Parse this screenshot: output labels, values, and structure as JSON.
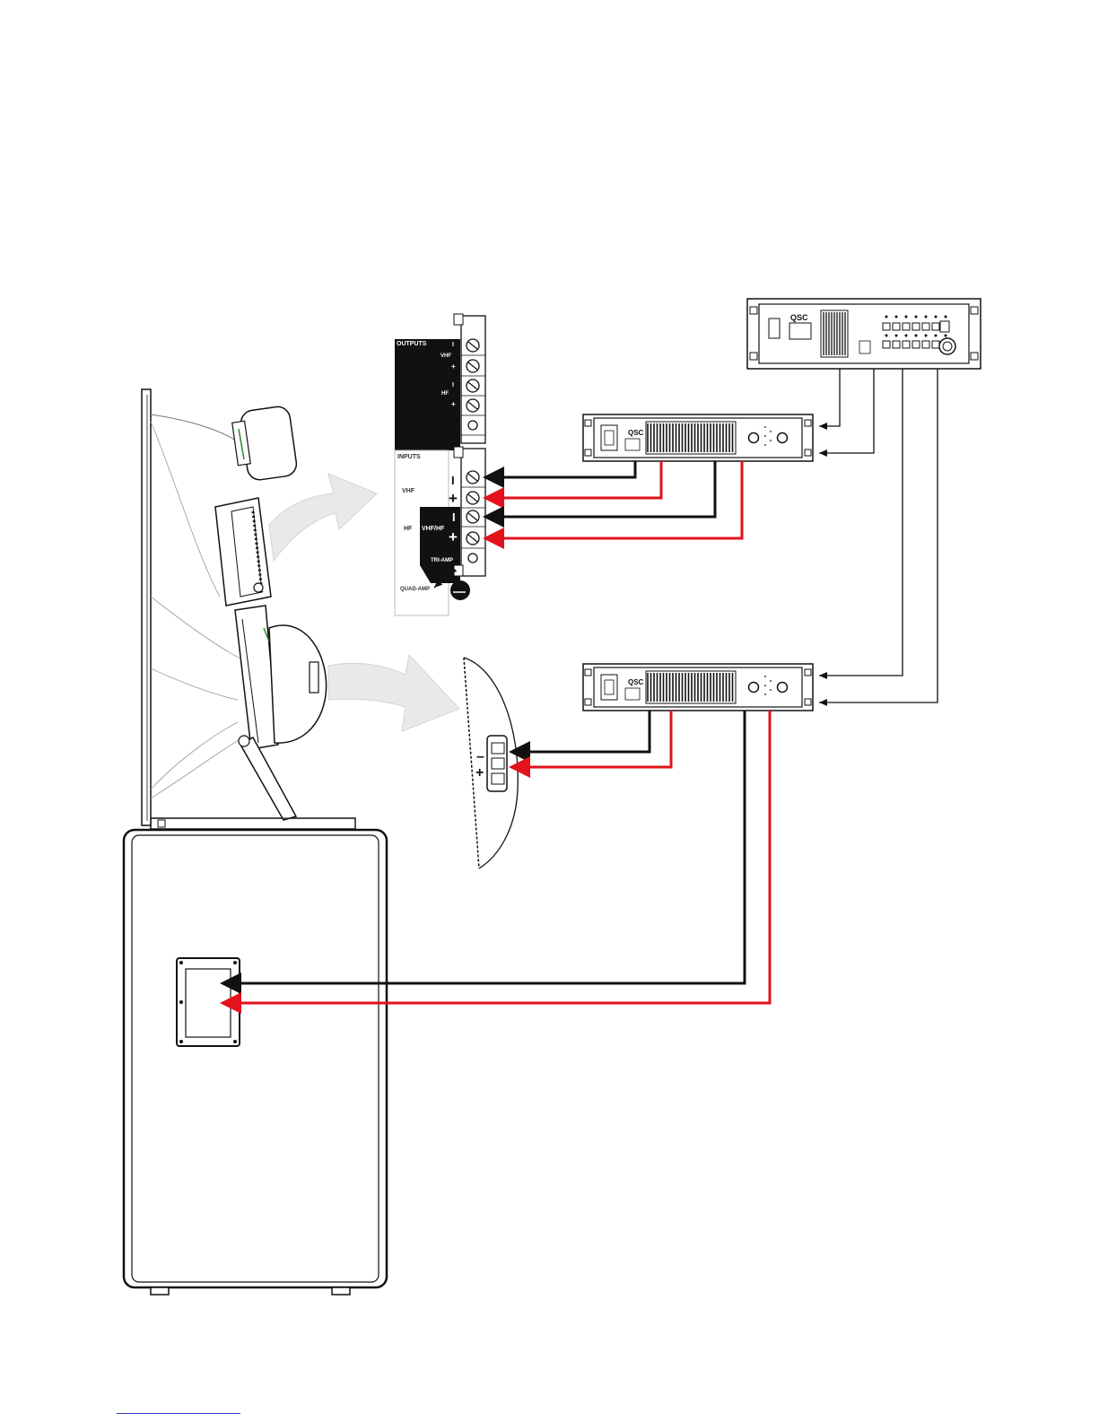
{
  "panel": {
    "outputs_label": "OUTPUTS",
    "out_vhf_label": "VHF",
    "out_hf_label": "HF",
    "inputs_label": "INPUTS",
    "in_vhf_label": "VHF",
    "in_hf_label": "HF",
    "vhf_hf_label": "VHF/HF",
    "tri_amp_label": "TRI-AMP",
    "quad_amp_label": "QUAD-AMP",
    "minus_sign": "I",
    "plus_sign": "+",
    "small_minus": "I",
    "small_plus": "+"
  },
  "amps": {
    "brand": "QSC"
  },
  "horn_terminal": {
    "minus": "–",
    "plus": "+"
  },
  "colors": {
    "positive_wire": "#e3121b",
    "negative_wire": "#111111",
    "arrow_fill": "#e9e9e9",
    "panel_black": "#111111",
    "link_blue": "#2a3cc8"
  }
}
